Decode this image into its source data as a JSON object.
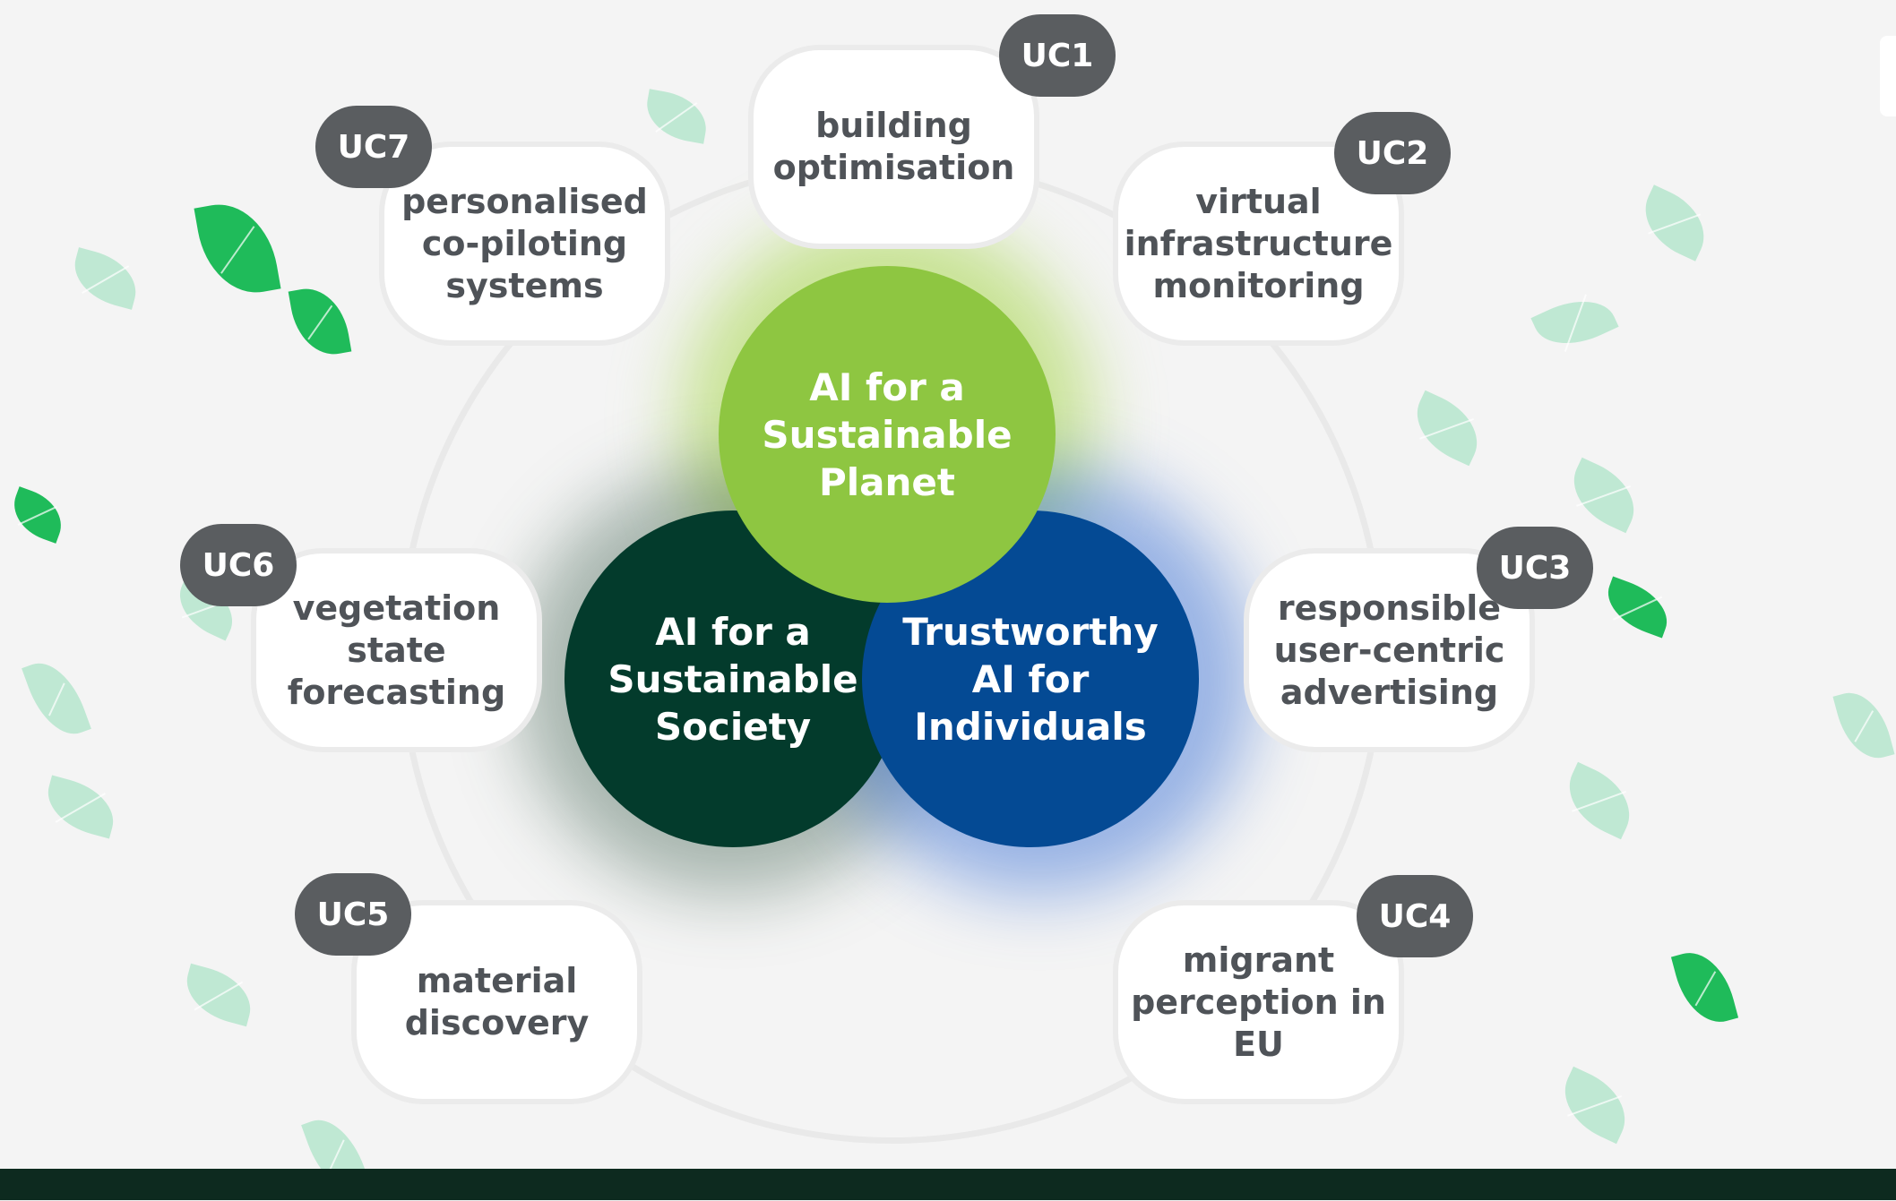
{
  "center": {
    "planet": "AI for a\nSustainable\nPlanet",
    "society": "AI for a\nSustainable\nSociety",
    "individuals": "Trustworthy\nAI for\nIndividuals"
  },
  "use_cases": [
    {
      "badge": "UC1",
      "label": "building\noptimisation"
    },
    {
      "badge": "UC2",
      "label": "virtual\ninfrastructure\nmonitoring"
    },
    {
      "badge": "UC3",
      "label": "responsible\nuser-centric\nadvertising"
    },
    {
      "badge": "UC4",
      "label": "migrant\nperception in\nEU"
    },
    {
      "badge": "UC5",
      "label": "material\ndiscovery"
    },
    {
      "badge": "UC6",
      "label": "vegetation\nstate\nforecasting"
    },
    {
      "badge": "UC7",
      "label": "personalised\nco-piloting\nsystems"
    }
  ],
  "colors": {
    "planet": "#8ec641",
    "society": "#033b2c",
    "individuals": "#044a94",
    "badge": "#5a5d60",
    "card_text": "#4f5358"
  }
}
